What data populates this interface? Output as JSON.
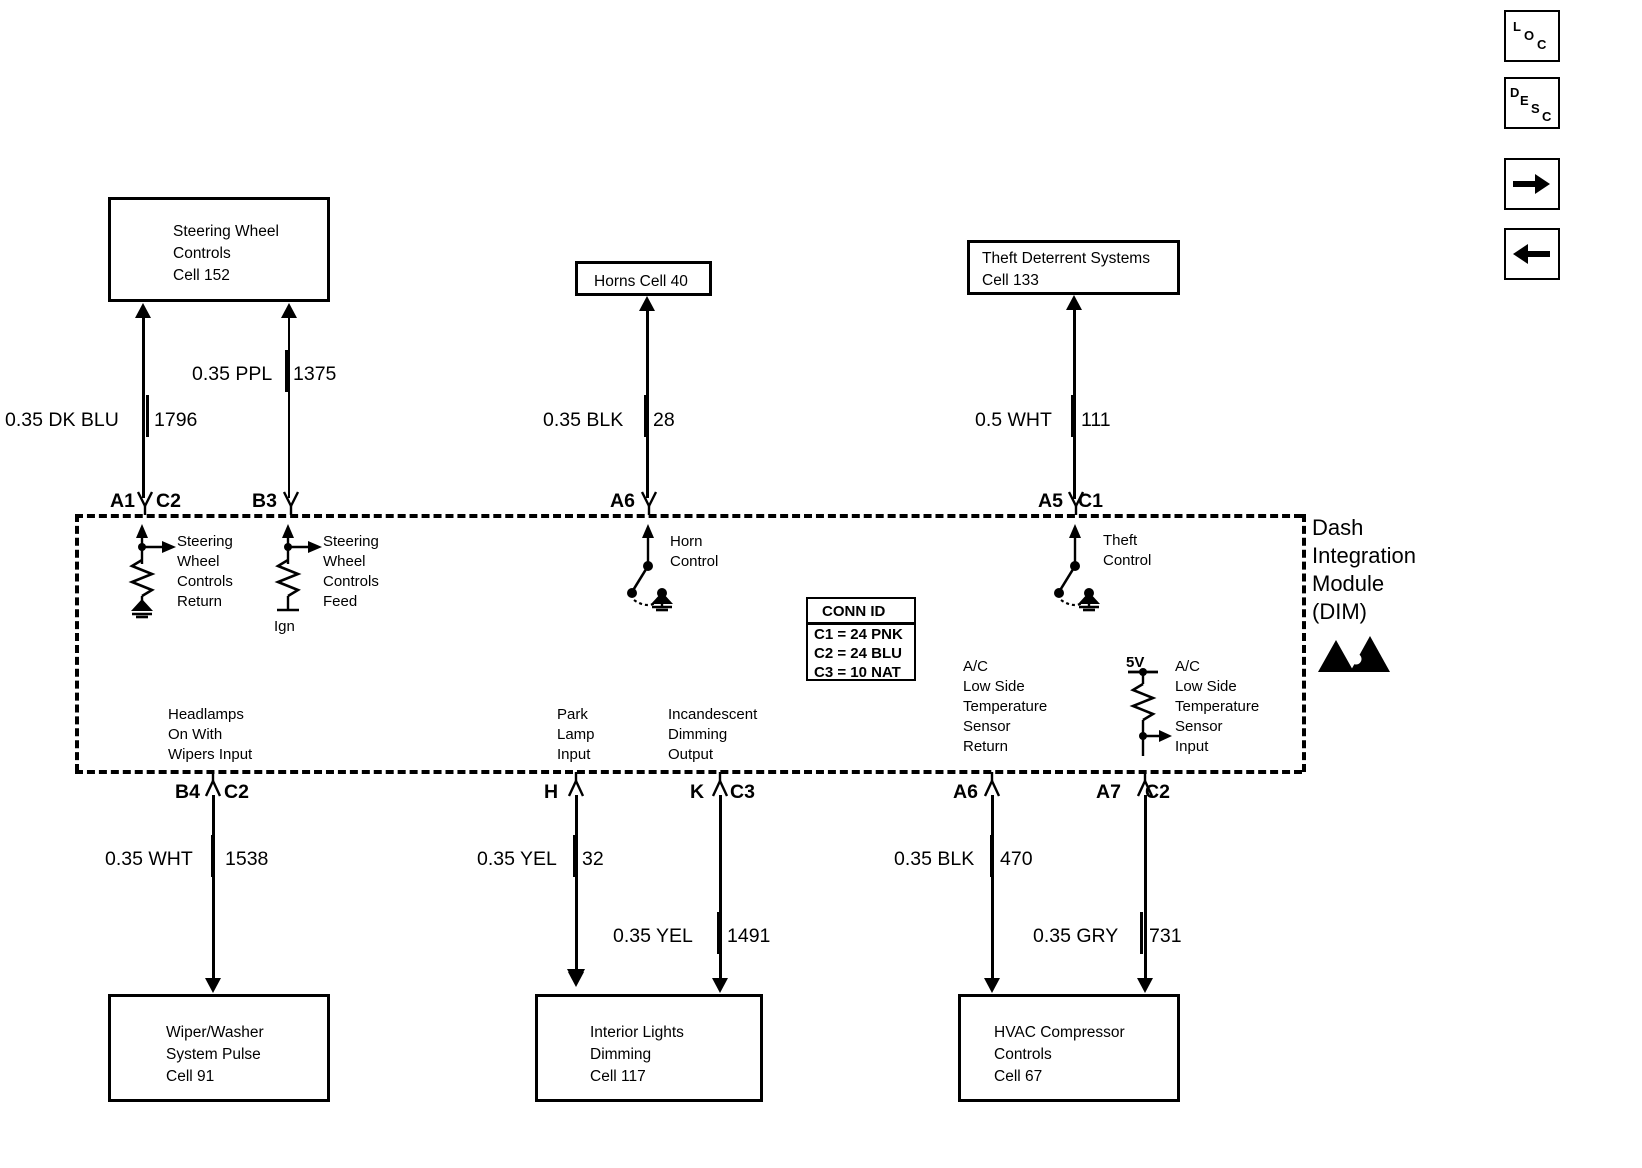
{
  "diagram": {
    "title": "Dash Integration Module (DIM) wiring schematic",
    "module_label": [
      "Dash",
      "Integration",
      "Module",
      "(DIM)"
    ],
    "module_label_line1": "Dash",
    "module_label_line2": "Integration",
    "module_label_line3": "Module",
    "module_label_line4": "(DIM)"
  },
  "top_blocks": [
    {
      "id": "steering-wheel-controls",
      "lines": [
        "Steering Wheel",
        "Controls",
        "Cell 152"
      ]
    },
    {
      "id": "horns",
      "lines": [
        "Horns Cell 40"
      ]
    },
    {
      "id": "theft-deterrent-systems",
      "lines": [
        "Theft Deterrent Systems",
        "Cell 133"
      ]
    }
  ],
  "bottom_blocks": [
    {
      "id": "wiper-washer-system-pulse",
      "lines": [
        "Wiper/Washer",
        "System Pulse",
        "Cell 91"
      ]
    },
    {
      "id": "interior-lights-dimming",
      "lines": [
        "Interior Lights",
        "Dimming",
        "Cell 117"
      ]
    },
    {
      "id": "hvac-compressor-controls",
      "lines": [
        "HVAC Compressor",
        "Controls",
        "Cell 67"
      ]
    }
  ],
  "top_wires": [
    {
      "id": "wire-1796",
      "label": "0.35 DK BLU",
      "circuit": "1796"
    },
    {
      "id": "wire-1375",
      "label": "0.35 PPL",
      "circuit": "1375"
    },
    {
      "id": "wire-28",
      "label": "0.35 BLK",
      "circuit": "28"
    },
    {
      "id": "wire-111",
      "label": "0.5 WHT",
      "circuit": "111"
    }
  ],
  "bottom_wires": [
    {
      "id": "wire-1538",
      "label": "0.35 WHT",
      "circuit": "1538"
    },
    {
      "id": "wire-32",
      "label": "0.35 YEL",
      "circuit": "32"
    },
    {
      "id": "wire-1491",
      "label": "0.35 YEL",
      "circuit": "1491"
    },
    {
      "id": "wire-470",
      "label": "0.35 BLK",
      "circuit": "470"
    },
    {
      "id": "wire-731",
      "label": "0.35 GRY",
      "circuit": "731"
    }
  ],
  "top_terminals": [
    {
      "id": "terminal-a1",
      "pin": "A1",
      "conn": "C2"
    },
    {
      "id": "terminal-b3",
      "pin": "B3",
      "conn": ""
    },
    {
      "id": "terminal-a6-horn",
      "pin": "A6",
      "conn": ""
    },
    {
      "id": "terminal-a5",
      "pin": "A5",
      "conn": "C1"
    }
  ],
  "bottom_terminals": [
    {
      "id": "terminal-b4",
      "pin": "B4",
      "conn": "C2"
    },
    {
      "id": "terminal-h",
      "pin": "H",
      "conn": ""
    },
    {
      "id": "terminal-k",
      "pin": "K",
      "conn": "C3"
    },
    {
      "id": "terminal-a6-ac",
      "pin": "A6",
      "conn": ""
    },
    {
      "id": "terminal-a7",
      "pin": "A7",
      "conn": "C2"
    }
  ],
  "internal_labels": [
    {
      "id": "steering-wheel-controls-return",
      "lines": [
        "Steering",
        "Wheel",
        "Controls",
        "Return"
      ]
    },
    {
      "id": "steering-wheel-controls-feed",
      "lines": [
        "Steering",
        "Wheel",
        "Controls",
        "Feed"
      ]
    },
    {
      "id": "horn-control",
      "lines": [
        "Horn",
        "Control"
      ]
    },
    {
      "id": "theft-control",
      "lines": [
        "Theft",
        "Control"
      ]
    },
    {
      "id": "headlamps-on-with-wipers-input",
      "lines": [
        "Headlamps",
        "On With",
        "Wipers Input"
      ]
    },
    {
      "id": "park-lamp-input",
      "lines": [
        "Park",
        "Lamp",
        "Input"
      ]
    },
    {
      "id": "incandescent-dimming-output",
      "lines": [
        "Incandescent",
        "Dimming",
        "Output"
      ]
    },
    {
      "id": "ac-low-side-temperature-sensor-return",
      "lines": [
        "A/C",
        "Low Side",
        "Temperature",
        "Sensor",
        "Return"
      ]
    },
    {
      "id": "ac-low-side-temperature-sensor-input",
      "lines": [
        "A/C",
        "Low Side",
        "Temperature",
        "Sensor",
        "Input"
      ]
    }
  ],
  "ign_label": "Ign",
  "volt_label": "5V",
  "conn_id": {
    "header": "CONN ID",
    "rows": [
      "C1 = 24 PNK",
      "C2 = 24 BLU",
      "C3 = 10 NAT"
    ]
  },
  "nav": {
    "loc_button": {
      "id": "loc-button",
      "chars": [
        "L",
        "O",
        "C"
      ]
    },
    "desc_button": {
      "id": "desc-button",
      "chars": [
        "D",
        "E",
        "S",
        "C"
      ]
    },
    "next_button": {
      "id": "next-button",
      "glyph": "→"
    },
    "prev_button": {
      "id": "prev-button",
      "glyph": "←"
    }
  },
  "colors": {
    "ink": "#000000",
    "paper": "#ffffff"
  }
}
